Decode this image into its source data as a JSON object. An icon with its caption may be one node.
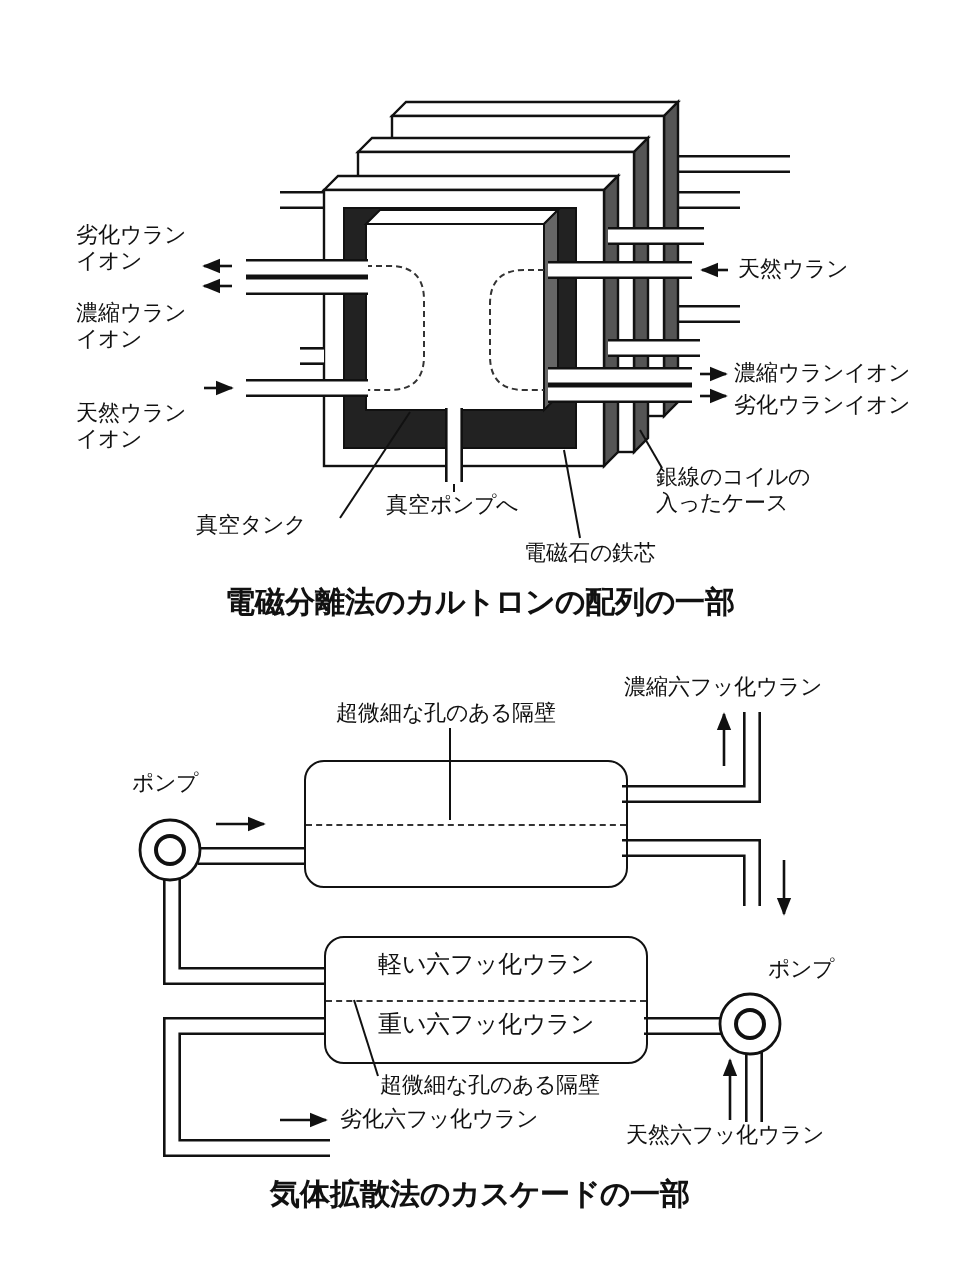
{
  "diagram": {
    "title": "電磁分離法のカルトロンの配列の一部",
    "caption": "気体拡散法のカスケードの一部",
    "nodes": [
      {
        "text": [
          "真空タンク"
        ]
      },
      {
        "text": [],
        "shape": "box",
        "in": 5
      },
      {
        "text": [
          "真空ポンプへ"
        ]
      },
      {
        "text": [],
        "shape": "cylinder"
      },
      {
        "text": [
          "電磁石の鉄芯"
        ]
      },
      {
        "text": [],
        "shape": "box"
      },
      {
        "text": [
          "銀線のコイルの入ったケース"
        ]
      },
      {
        "text": [],
        "shape": "box"
      },
      {
        "text": [
          "超微細な孔のある隔壁"
        ]
      },
      {
        "text": [],
        "shape": "box"
      },
      {
        "text": [],
        "shape": "line",
        "in": 9
      },
      {
        "text": [
          "軽い六フッ化ウラン",
          "重い六フッ化ウラン"
        ]
      },
      {
        "text": [],
        "shape": "line",
        "in": 11
      },
      {
        "text": [
          "超微細な孔のある隔壁"
        ]
      }
    ],
    "edges": [
      {
        "from": 0,
        "to": 1,
        "arrow": "none"
      },
      {
        "from": 2,
        "to": 3,
        "arrow": "none"
      },
      {
        "from": 4,
        "to": 5,
        "arrow": "none"
      },
      {
        "from": 6,
        "to": 7,
        "arrow": "none"
      },
      {
        "from": 8,
        "to": 10,
        "arrow": "none"
      },
      {
        "from": 13,
        "to": 12,
        "arrow": "none"
      }
    ],
    "labels": [
      "劣化ウランイオン",
      "天然ウラン",
      "濃縮ウランイオン",
      "濃縮ウランイオン",
      "劣化ウランイオン",
      "天然ウランイオン",
      "ポンプ",
      "濃縮六フッ化ウラン",
      "ポンプ",
      "劣化六フッ化ウラン",
      "天然六フッ化ウラン"
    ]
  }
}
